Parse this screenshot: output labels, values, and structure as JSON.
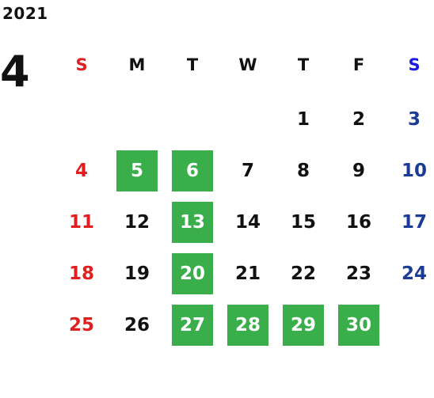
{
  "calendar": {
    "year": "2021",
    "month": "4",
    "weekdays": [
      "S",
      "M",
      "T",
      "W",
      "T",
      "F",
      "S"
    ],
    "weeks": [
      [
        null,
        null,
        null,
        null,
        {
          "d": "1"
        },
        {
          "d": "2"
        },
        {
          "d": "3"
        }
      ],
      [
        {
          "d": "4"
        },
        {
          "d": "5",
          "hl": true
        },
        {
          "d": "6",
          "hl": true
        },
        {
          "d": "7"
        },
        {
          "d": "8"
        },
        {
          "d": "9"
        },
        {
          "d": "10"
        }
      ],
      [
        {
          "d": "11"
        },
        {
          "d": "12"
        },
        {
          "d": "13",
          "hl": true
        },
        {
          "d": "14"
        },
        {
          "d": "15"
        },
        {
          "d": "16"
        },
        {
          "d": "17"
        }
      ],
      [
        {
          "d": "18"
        },
        {
          "d": "19"
        },
        {
          "d": "20",
          "hl": true
        },
        {
          "d": "21"
        },
        {
          "d": "22"
        },
        {
          "d": "23"
        },
        {
          "d": "24"
        }
      ],
      [
        {
          "d": "25"
        },
        {
          "d": "26"
        },
        {
          "d": "27",
          "hl": true
        },
        {
          "d": "28",
          "hl": true
        },
        {
          "d": "29",
          "hl": true
        },
        {
          "d": "30",
          "hl": true
        },
        null
      ]
    ]
  },
  "colors": {
    "highlight": "#3aae4a",
    "sunday": "#e02020",
    "saturday": "#1a3c96",
    "saturday_header": "#1a1ae0",
    "text": "#111111"
  }
}
